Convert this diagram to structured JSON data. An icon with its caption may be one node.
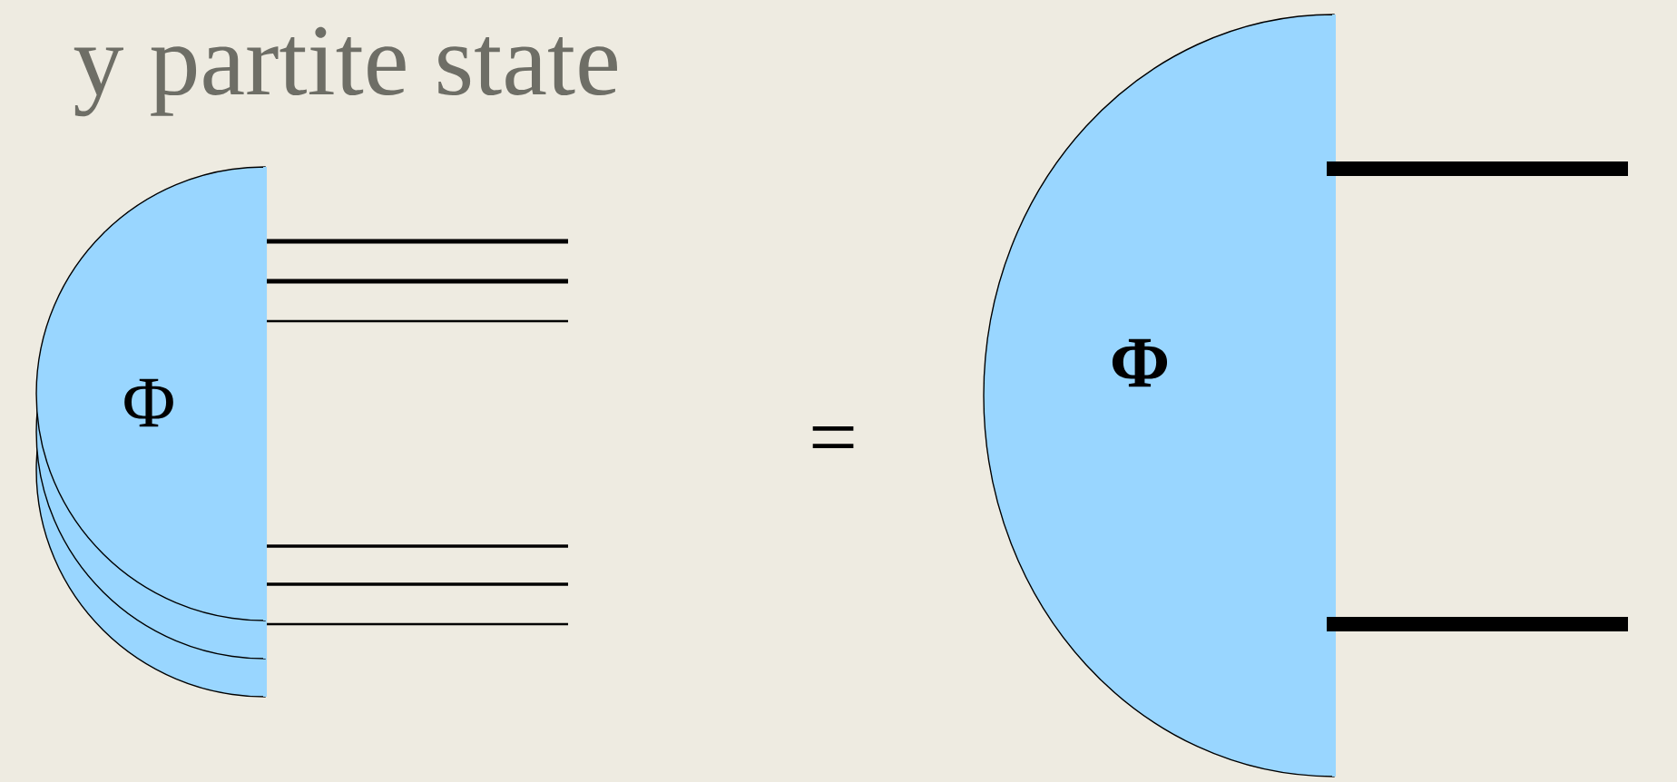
{
  "diagram": {
    "title": "y partite state",
    "nodes": [
      {
        "text": [
          "Φ"
        ]
      },
      {
        "text": [
          "Φ"
        ]
      }
    ],
    "labels": [
      "="
    ]
  }
}
